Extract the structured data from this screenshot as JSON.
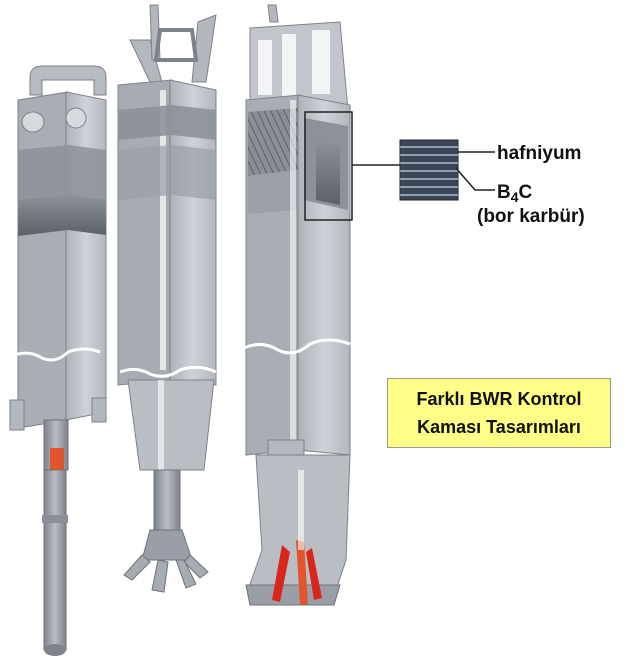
{
  "labels": {
    "hafniyum": "hafniyum",
    "b4c_main": "B",
    "b4c_sub": "4",
    "b4c_tail": "C",
    "bor_karbur": "(bor karbür)"
  },
  "title_box": {
    "line1": "Farklı BWR Kontrol",
    "line2": "Kaması Tasarımları"
  },
  "colors": {
    "blade_light": "#c9ccd2",
    "blade_mid": "#9a9ea6",
    "blade_dark": "#6b6f78",
    "band_dark": "#4f535b",
    "accent_orange": "#e2552a",
    "accent_red": "#d9261c",
    "highlight": "#ffff88"
  }
}
